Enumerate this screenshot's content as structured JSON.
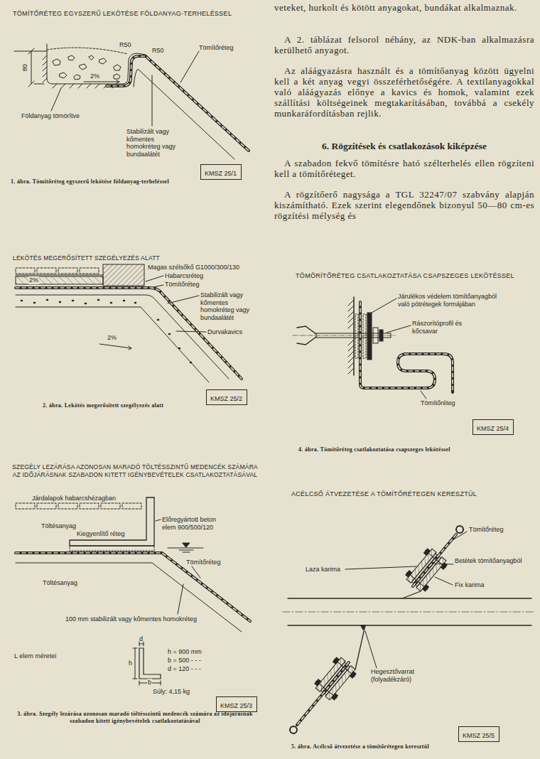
{
  "diagram": {
    "nodes": [
      {
        "text": [
          "KMSZ 25/1"
        ]
      },
      {
        "text": [
          "KMSZ 25/2"
        ]
      },
      {
        "text": [
          "KMSZ 25/3"
        ]
      },
      {
        "text": [
          "KMSZ 25/4"
        ]
      },
      {
        "text": [
          "KMSZ 25/5"
        ]
      }
    ],
    "labels": [
      "TÖMÍTŐRÉTEG EGYSZERŰ LEKÖTÉSE FÖLDANYAG-TERHELÉSSEL",
      "80",
      "2%",
      "R50",
      "R50",
      "Tömítőréteg",
      "Földanyag tömörítve",
      "Stabilizált vagy kőmentes homokréteg vagy bundaalátét",
      "1. ábra. Tömítőréteg egyszerű lekötése földanyag-terheléssel",
      "veteket, hurkolt és kötött anyagokat, bundákat alkalmaznak.",
      "A 2. táblázat felsorol néhány, az NDK-ban alkalmazásra kerülhető anyagot.",
      "Az aláágyazásra használt és a tömítőanyag között ügyelni kell a két anyag vegyi összeférhetőségére. A textilanyagokkal való aláágyazás előnye a kavics és homok, valamint ezek szállítási költségeinek megtakarításában, továbbá a csekély munkaráfordításban rejlik.",
      "6. Rögzítések és csatlakozások kiképzése",
      "A szabadon fekvő tömítésre ható szélterhelés ellen rögzíteni kell a tömítőréteget.",
      "A rögzítőerő nagysága a TGL 32247/07 szabvány alapján kiszámítható. Ezek szerint elegendőnek bizonyul 50—80 cm-es rögzítési mélység és",
      "LEKÖTÉS MEGERŐSÍTETT SZEGÉLYEZÉS ALATT",
      "Magas szélsőkő G1000/300/130",
      "Habarcsréteg",
      "Tömítőréteg",
      "Stabilizált vagy kőmentes homokréteg vagy bundaalátét",
      "Durvakavics",
      "2%",
      "2%",
      "2. ábra. Lekötés megerősített szegélyezés alatt",
      "TÖMÖRÍTŐRÉTEG CSATLAKOZTATÁSA CSAPSZEGES LEKÖTÉSSEL",
      "Járulékos védelem tömítőanyagból való pótrétegek formájában",
      "Rászorítóprofil és kőcsavar",
      "Tömítőréteg",
      "4. ábra. Tömítőréteg csatlakoztatása csapszeges lekötéssel",
      "SZEGÉLY LEZÁRÁSA AZONOSAN MARADÓ TÖLTÉSSZINTŰ MEDENCÉK SZÁMÁRA AZ IDŐJÁRÁSNAK SZABADON KITETT IGÉNYBEVÉTELEK CSATLAKOZTATÁSÁVAL",
      "Járdalapok habarcshézagban",
      "Előregyártott beton elem 900/500/120",
      "Töltésanyag",
      "Kiegyenlítő réteg",
      "Tömítőréteg",
      "Töltésanyag",
      "100 mm stabilizált vagy kőmentes homokréteg",
      "L elem méretei",
      "d",
      "h",
      "b",
      "h = 900 mm",
      "b = 500 - - -",
      "d = 120 - - -",
      "Súly: 4,15 kg",
      "3. ábra. Szegély lezárása azonosan maradó töltésszintű medencék számára az időjárásnak szabadon kitett igénybevételek csatlakoztatásával",
      "ACÉLCSŐ ÁTVEZETÉSE A TÖMÍTŐRÉTEGEN KERESZTÜL",
      "Tömítőréteg",
      "Betétek tömítőanyagból",
      "Laza karima",
      "Fix karima",
      "Hegesztővarrat (folyadékzáró)",
      "5. ábra. Acélcső átvezetése a tömítőrétegen keresztül"
    ]
  }
}
